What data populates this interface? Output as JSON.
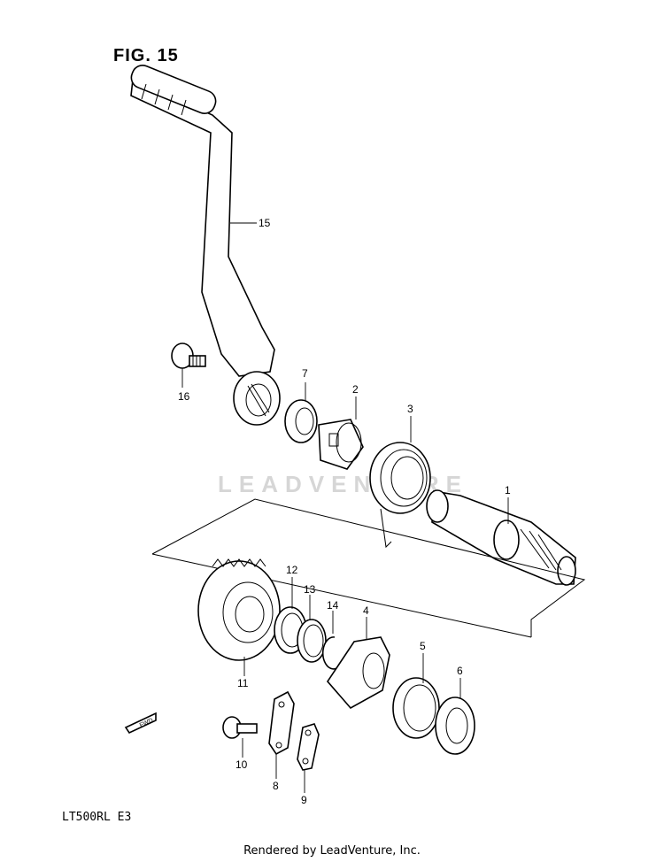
{
  "figure": {
    "title": "FIG. 15",
    "model_code": "LT500RL E3",
    "footer": "Rendered by LeadVenture, Inc.",
    "watermark": "LEADVENTURE",
    "fwd_label": "FWD"
  },
  "callouts": [
    {
      "id": "c1",
      "label": "1"
    },
    {
      "id": "c2",
      "label": "2"
    },
    {
      "id": "c3",
      "label": "3"
    },
    {
      "id": "c4",
      "label": "4"
    },
    {
      "id": "c5",
      "label": "5"
    },
    {
      "id": "c6",
      "label": "6"
    },
    {
      "id": "c7",
      "label": "7"
    },
    {
      "id": "c8",
      "label": "8"
    },
    {
      "id": "c9",
      "label": "9"
    },
    {
      "id": "c10",
      "label": "10"
    },
    {
      "id": "c11",
      "label": "11"
    },
    {
      "id": "c12",
      "label": "12"
    },
    {
      "id": "c13",
      "label": "13"
    },
    {
      "id": "c14",
      "label": "14"
    },
    {
      "id": "c15",
      "label": "15"
    },
    {
      "id": "c16",
      "label": "16"
    }
  ]
}
